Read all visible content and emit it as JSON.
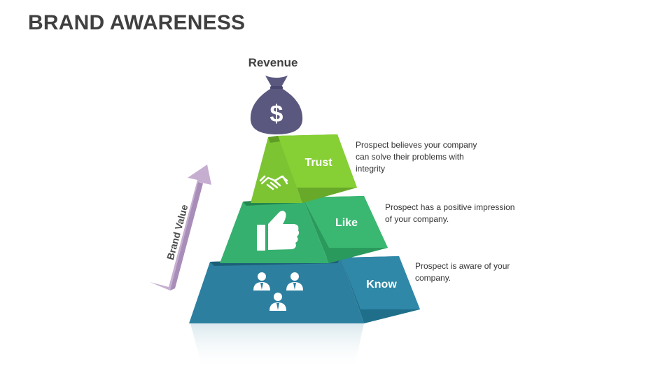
{
  "title": "BRAND AWARENESS",
  "revenue": {
    "label": "Revenue",
    "symbol": "$"
  },
  "arrow_label": "Brand Value",
  "levels": [
    {
      "name": "Trust",
      "description": "Prospect believes your company can solve their problems with integrity",
      "color": "#7ec832",
      "icon": "handshake-icon"
    },
    {
      "name": "Like",
      "description": "Prospect has a positive impression of your company.",
      "color": "#36b36e",
      "icon": "thumbs-up-icon"
    },
    {
      "name": "Know",
      "description": "Prospect is aware of your company.",
      "color": "#2c86a6",
      "icon": "people-icon"
    }
  ],
  "colors": {
    "bag": "#5b5880",
    "arrow": "#c6aed1",
    "title": "#404040"
  }
}
